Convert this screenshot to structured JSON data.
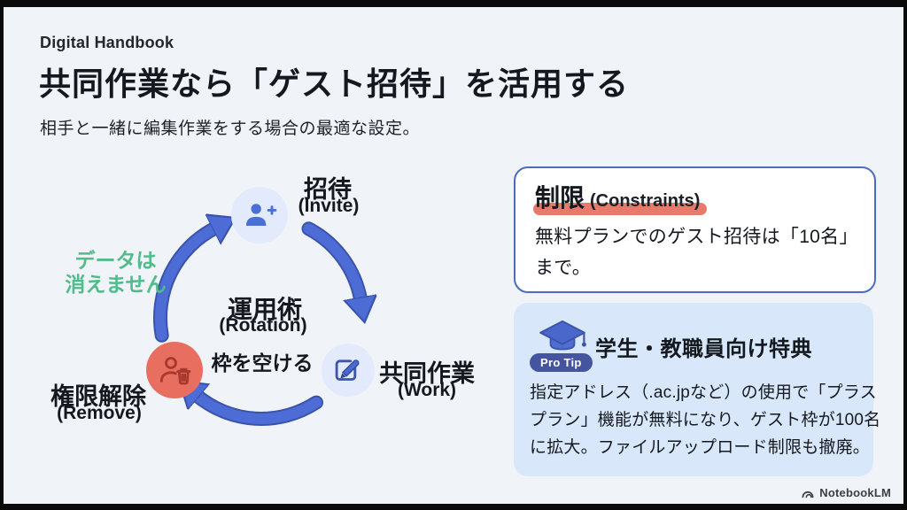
{
  "header": {
    "eyebrow": "Digital Handbook",
    "title": "共同作業なら「ゲスト招待」を活用する",
    "subtitle": "相手と一緒に編集作業をする場合の最適な設定。"
  },
  "diagram": {
    "invite": {
      "label": "招待",
      "sublabel": "(Invite)"
    },
    "work": {
      "label": "共同作業",
      "sublabel": "(Work)"
    },
    "remove": {
      "label": "権限解除",
      "sublabel": "(Remove)"
    },
    "center": {
      "label": "運用術",
      "sublabel": "(Rotation)",
      "note": "枠を空ける"
    },
    "annotation": {
      "line1": "データは",
      "line2": "消えません"
    }
  },
  "cards": {
    "constraints": {
      "title": "制限",
      "title_en": "(Constraints)",
      "line1": "無料プランでのゲスト招待は「10名」",
      "line2": "まで。"
    },
    "protip": {
      "badge": "Pro Tip",
      "title": "学生・教職員向け特典",
      "line1": "指定アドレス（.ac.jpなど）の使用で「プラス",
      "line2": "プラン」機能が無料になり、ゲスト枠が100名",
      "line3": "に拡大。ファイルアップロード制限も撤廃。"
    }
  },
  "footer": {
    "brand": "NotebookLM"
  },
  "colors": {
    "background": "#f0f4f8",
    "arrow_blue": "#4d6cd6",
    "arrow_outline": "#3a53ab",
    "node_light_blue": "#e2eafb",
    "remove_red": "#e86e60",
    "remove_icon_red": "#a8392e",
    "icon_blue": "#4a70d8",
    "highlight_red": "#e87a6c",
    "card_border_blue": "#4a6cc4",
    "tip_card_bg": "#d8e8fa",
    "badge_navy": "#45549f",
    "note_green": "#52bb8c"
  }
}
